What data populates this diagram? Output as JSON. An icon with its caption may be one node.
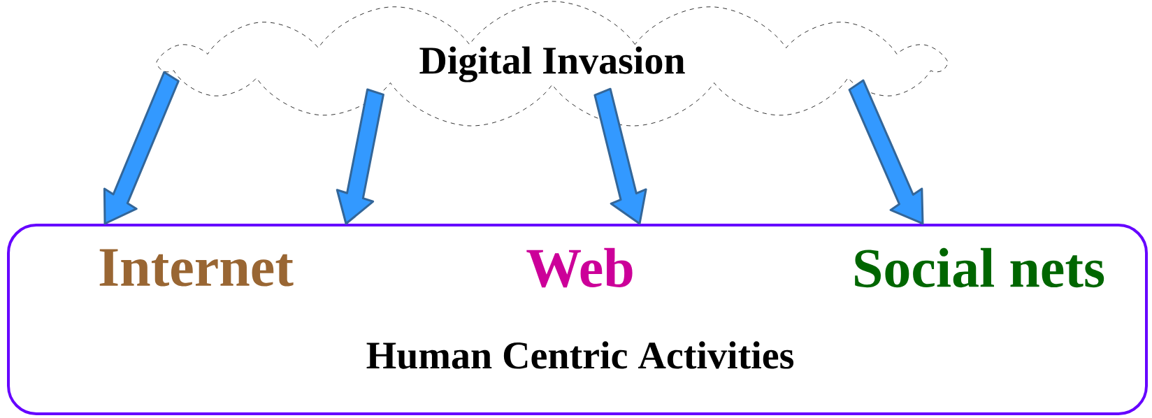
{
  "diagram": {
    "nodes": [
      {
        "text": [
          "Digital Invasion"
        ]
      },
      {
        "text": [
          "Internet",
          "Web",
          "Social nets",
          "Human Centric Activities"
        ]
      }
    ],
    "edges": [
      {
        "from": 0,
        "to": 1,
        "arrow": "to"
      },
      {
        "from": 0,
        "to": 1,
        "arrow": "to"
      },
      {
        "from": 0,
        "to": 1,
        "arrow": "to"
      },
      {
        "from": 0,
        "to": 1,
        "arrow": "to"
      }
    ]
  }
}
